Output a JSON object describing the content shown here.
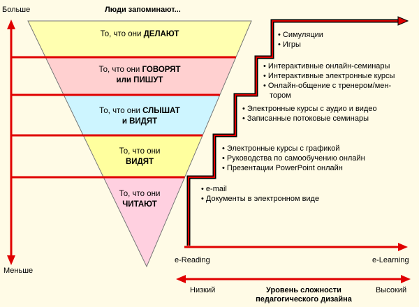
{
  "top_title": "Люди запоминают...",
  "axis_left": {
    "top": "Больше",
    "bottom": "Меньше"
  },
  "axis_bottom": {
    "low": "Низкий",
    "high": "Высокий",
    "title_line1": "Уровень сложности",
    "title_line2": "педагогического дизайна"
  },
  "right_axis": {
    "left": "e-Reading",
    "right": "e-Learning"
  },
  "tiers": [
    {
      "pre": "То, что они ",
      "strong": "ДЕЛАЮТ",
      "line2": "",
      "color": "#ffffb0",
      "examples": [
        "• Симуляции",
        "• Игры"
      ]
    },
    {
      "pre": "То, что они ",
      "strong": "ГОВОРЯТ",
      "line2": "или ПИШУТ",
      "color": "#ffd0d0",
      "examples": [
        "• Интерактивные онлайн-семинары",
        "• Интерактивные электронные курсы",
        "• Онлайн-общение с тренером/мен-",
        "  тором"
      ]
    },
    {
      "pre": "То, что они ",
      "strong": "СЛЫШАТ",
      "line2": "и ВИДЯТ",
      "color": "#cdf5ff",
      "examples": [
        "• Электронные курсы с аудио и видео",
        "• Записанные потоковые семинары"
      ]
    },
    {
      "pre": "То, что они",
      "strong": "",
      "line2": "ВИДЯТ",
      "color": "#ffff9e",
      "examples": [
        "• Электронные курсы с графикой",
        "• Руководства по самообучению онлайн",
        "• Презентации PowerPoint онлайн"
      ]
    },
    {
      "pre": "То, что они",
      "strong": "",
      "line2": "ЧИТАЮТ",
      "color": "#ffd0e0",
      "examples": [
        "• e-mail",
        "• Документы в электронном виде"
      ]
    }
  ],
  "colors": {
    "line": "#e00000",
    "frame": "#000000",
    "background": "#fffbe6"
  }
}
